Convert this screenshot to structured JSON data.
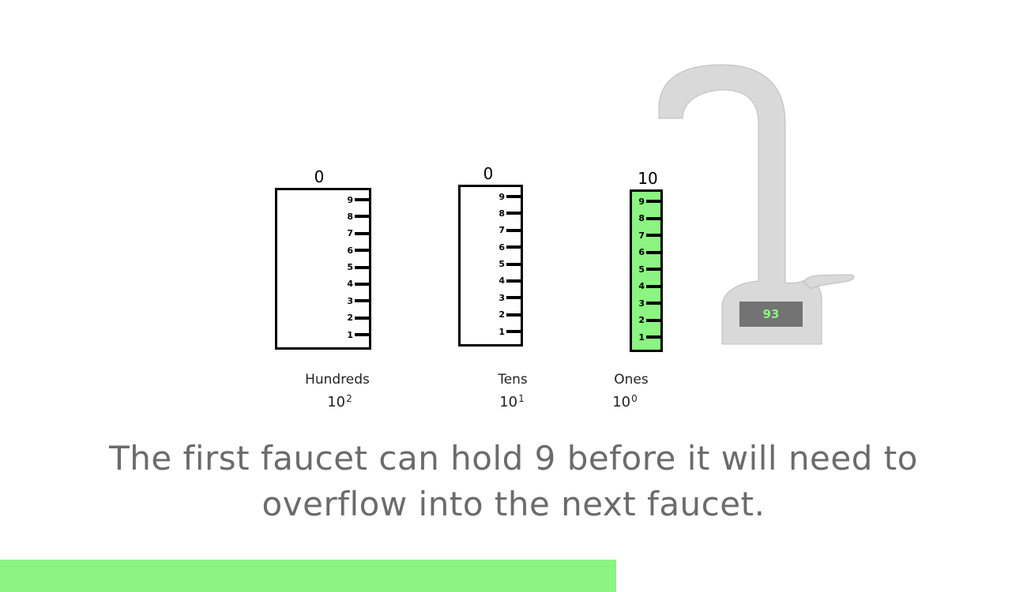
{
  "places": [
    {
      "id": "hundreds",
      "count": "0",
      "label": "Hundreds",
      "base": "10",
      "exponent": "2",
      "fill_fraction": 0
    },
    {
      "id": "tens",
      "count": "0",
      "label": "Tens",
      "base": "10",
      "exponent": "1",
      "fill_fraction": 0
    },
    {
      "id": "ones",
      "count": "10",
      "label": "Ones",
      "base": "10",
      "exponent": "0",
      "fill_fraction": 1
    }
  ],
  "tick_labels": [
    "1",
    "2",
    "3",
    "4",
    "5",
    "6",
    "7",
    "8",
    "9"
  ],
  "faucet": {
    "display_value": "93",
    "color": "#d9d9d9",
    "display_text_color": "#8cf482"
  },
  "caption": {
    "line1": "The first faucet can hold 9 before it will need to",
    "line2": "overflow into the next faucet."
  },
  "progress": {
    "fraction": 0.6,
    "color": "#8cf482"
  },
  "colors": {
    "fill_green": "#8cf482",
    "caption_gray": "#6b6b6b"
  }
}
